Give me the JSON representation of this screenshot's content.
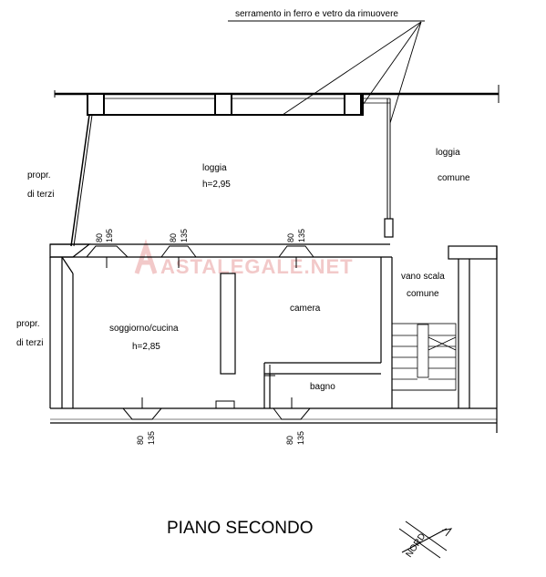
{
  "annotation": "serramento in ferro e vetro da rimuovere",
  "rooms": {
    "loggia": "loggia",
    "loggia_height": "h=2,95",
    "loggia_comune_1": "loggia",
    "loggia_comune_2": "comune",
    "soggiorno": "soggiorno/cucina",
    "soggiorno_height": "h=2,85",
    "camera": "camera",
    "bagno": "bagno",
    "vano_scala_1": "vano scala",
    "vano_scala_2": "comune"
  },
  "neighbors": {
    "top_1": "propr.",
    "top_2": "di terzi",
    "left_1": "propr.",
    "left_2": "di terzi"
  },
  "dimensions": {
    "w1_a": "80",
    "w1_b": "195",
    "w2_a": "80",
    "w2_b": "135",
    "w3_a": "80",
    "w3_b": "135",
    "w4_a": "80",
    "w4_b": "135",
    "w5_a": "80",
    "w5_b": "135"
  },
  "watermark": "ASTALEGALE.NET",
  "title": "PIANO SECONDO",
  "north_label": "NORD"
}
